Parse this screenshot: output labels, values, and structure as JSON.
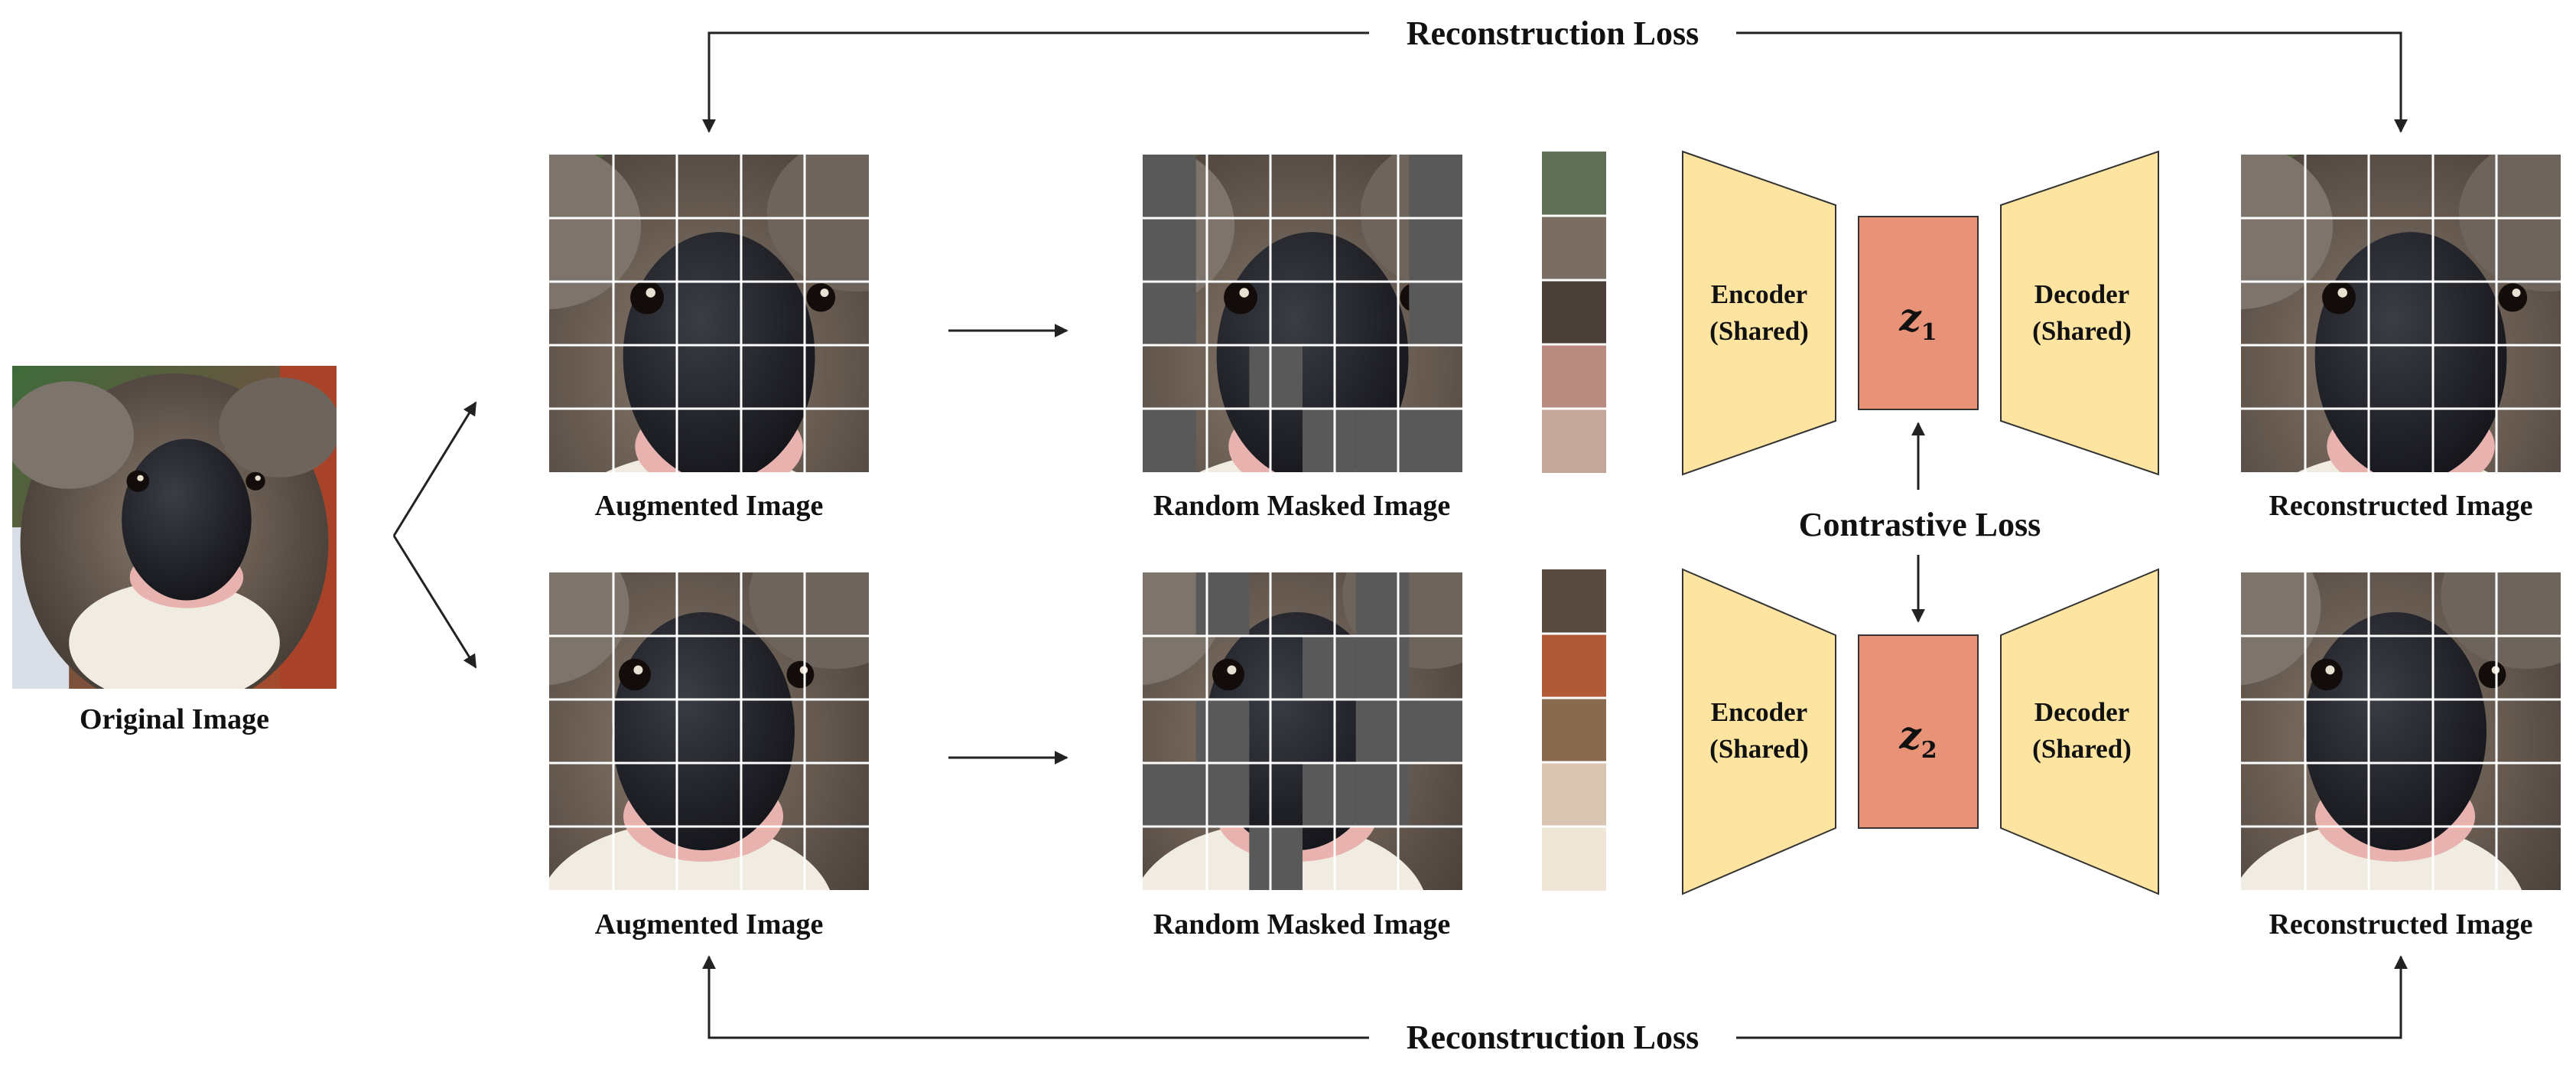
{
  "labels": {
    "original": "Original Image",
    "augmented_top": "Augmented Image",
    "augmented_bottom": "Augmented Image",
    "masked_top": "Random Masked Image",
    "masked_bottom": "Random Masked Image",
    "reconstructed_top": "Reconstructed Image",
    "reconstructed_bottom": "Reconstructed Image",
    "recon_loss_top": "Reconstruction Loss",
    "recon_loss_bottom": "Reconstruction Loss",
    "contrastive_loss": "Contrastive Loss"
  },
  "encoder": {
    "title": "Encoder",
    "subtitle": "(Shared)"
  },
  "decoder": {
    "title": "Decoder",
    "subtitle": "(Shared)"
  },
  "latent": {
    "top": {
      "symbol": "z",
      "sub": "1"
    },
    "bottom": {
      "symbol": "z",
      "sub": "2"
    }
  },
  "colors": {
    "trapezoid_fill": "#fde4a0",
    "trapezoid_stroke": "#333333",
    "latent_fill": "#e89378",
    "latent_stroke": "#333333",
    "mask_patch": "#595959",
    "grid_line": "#ffffff"
  },
  "masks": {
    "top": [
      1,
      0,
      0,
      0,
      0,
      1,
      1,
      0,
      0,
      0,
      0,
      1,
      1,
      0,
      0,
      0,
      0,
      1,
      0,
      0,
      1,
      0,
      0,
      0,
      1,
      0,
      0,
      1,
      1,
      1
    ],
    "bottom": [
      0,
      1,
      0,
      0,
      1,
      0,
      0,
      0,
      0,
      1,
      1,
      0,
      0,
      1,
      0,
      0,
      1,
      1,
      1,
      1,
      0,
      1,
      1,
      0,
      0,
      0,
      1,
      0,
      0,
      0
    ]
  }
}
